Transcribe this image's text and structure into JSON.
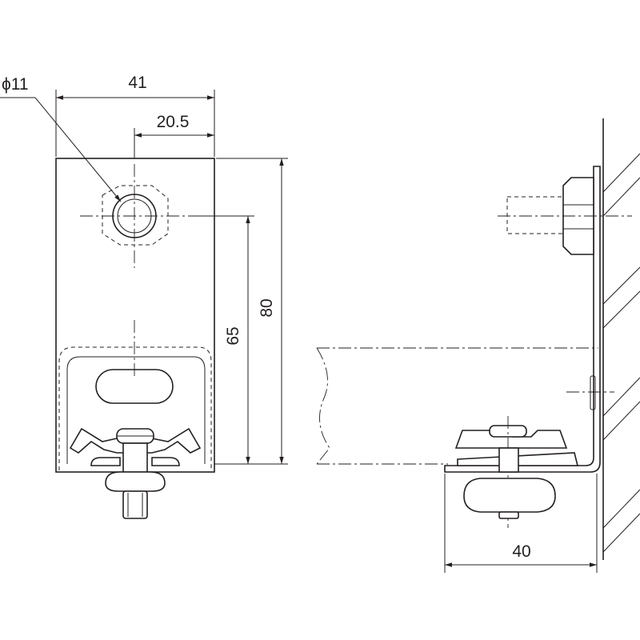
{
  "dimensions": {
    "hole_diameter": "ϕ11",
    "bracket_width": "41",
    "hole_offset": "20.5",
    "hole_to_base": "65",
    "bracket_height": "80",
    "side_length": "40"
  }
}
